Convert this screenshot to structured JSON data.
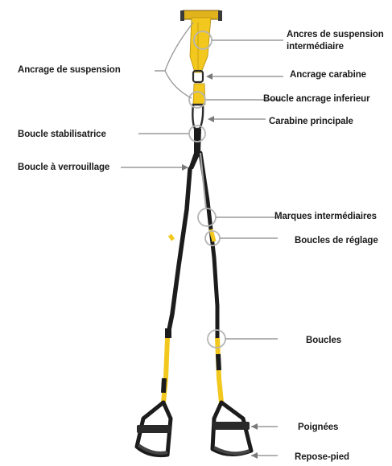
{
  "labels": {
    "suspension_anchor": "Ancrage de suspension",
    "intermediate_anchors": "Ancres de suspension intermédiaire",
    "carabiner_anchor": "Ancrage carabine",
    "lower_anchor_loop": "Boucle ancrage inferieur",
    "main_carabiner": "Carabine principale",
    "stabilizer_loop": "Boucle stabilisatrice",
    "locking_loop": "Boucle à verrouillage",
    "intermediate_marks": "Marques intermédiaires",
    "adjustment_loops": "Boucles de réglage",
    "loops": "Boucles",
    "handles": "Poignées",
    "footrest": "Repose-pied"
  },
  "colors": {
    "strap_yellow": "#f2c81e",
    "strap_black": "#1c1c1c",
    "leader_line": "#9a9a9a",
    "callout_circle": "#b5b5b5",
    "label_text": "#1a1a1a"
  }
}
